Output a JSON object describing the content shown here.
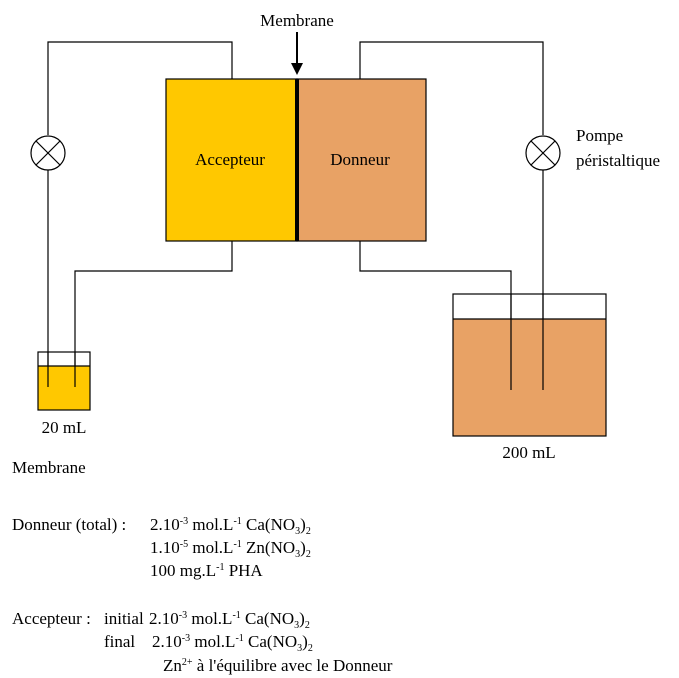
{
  "diagram": {
    "membrane_label": "Membrane",
    "acceptor_label": "Accepteur",
    "donor_label": "Donneur",
    "pump_label_line1": "Pompe",
    "pump_label_line2": "péristaltique",
    "small_volume": "20 mL",
    "large_volume": "200 mL",
    "colors": {
      "acceptor": "#ffc800",
      "donor": "#e8a265",
      "membrane": "#000000",
      "line": "#000000"
    }
  },
  "legend": {
    "title": "Membrane",
    "donor": {
      "label": "Donneur (total) :",
      "line1": {
        "coef": "2.10",
        "exp": "-3",
        "unit": " mol.L",
        "unit_exp": "-1",
        "formula": " Ca(NO",
        "sub": "3",
        "close": ")",
        "sub2": "2"
      },
      "line2": {
        "coef": "1.10",
        "exp": "-5",
        "unit": " mol.L",
        "unit_exp": "-1",
        "formula": " Zn(NO",
        "sub": "3",
        "close": ")",
        "sub2": "2"
      },
      "line3": {
        "coef": "100 mg.L",
        "exp": "-1",
        "formula": " PHA"
      }
    },
    "acceptor": {
      "label": "Accepteur :",
      "initial_word": "initial",
      "line1": {
        "coef": " 2.10",
        "exp": "-3",
        "unit": " mol.L",
        "unit_exp": "-1",
        "formula": " Ca(NO",
        "sub": "3",
        "close": ")",
        "sub2": "2"
      },
      "final_word": "final",
      "line2": {
        "coef": "2.10",
        "exp": "-3",
        "unit": " mol.L",
        "unit_exp": "-1",
        "formula": " Ca(NO",
        "sub": "3",
        "close": ")",
        "sub2": "2"
      },
      "line3": {
        "ion": "Zn",
        "charge": "2+",
        "text": " à l'équilibre avec le Donneur"
      }
    }
  }
}
